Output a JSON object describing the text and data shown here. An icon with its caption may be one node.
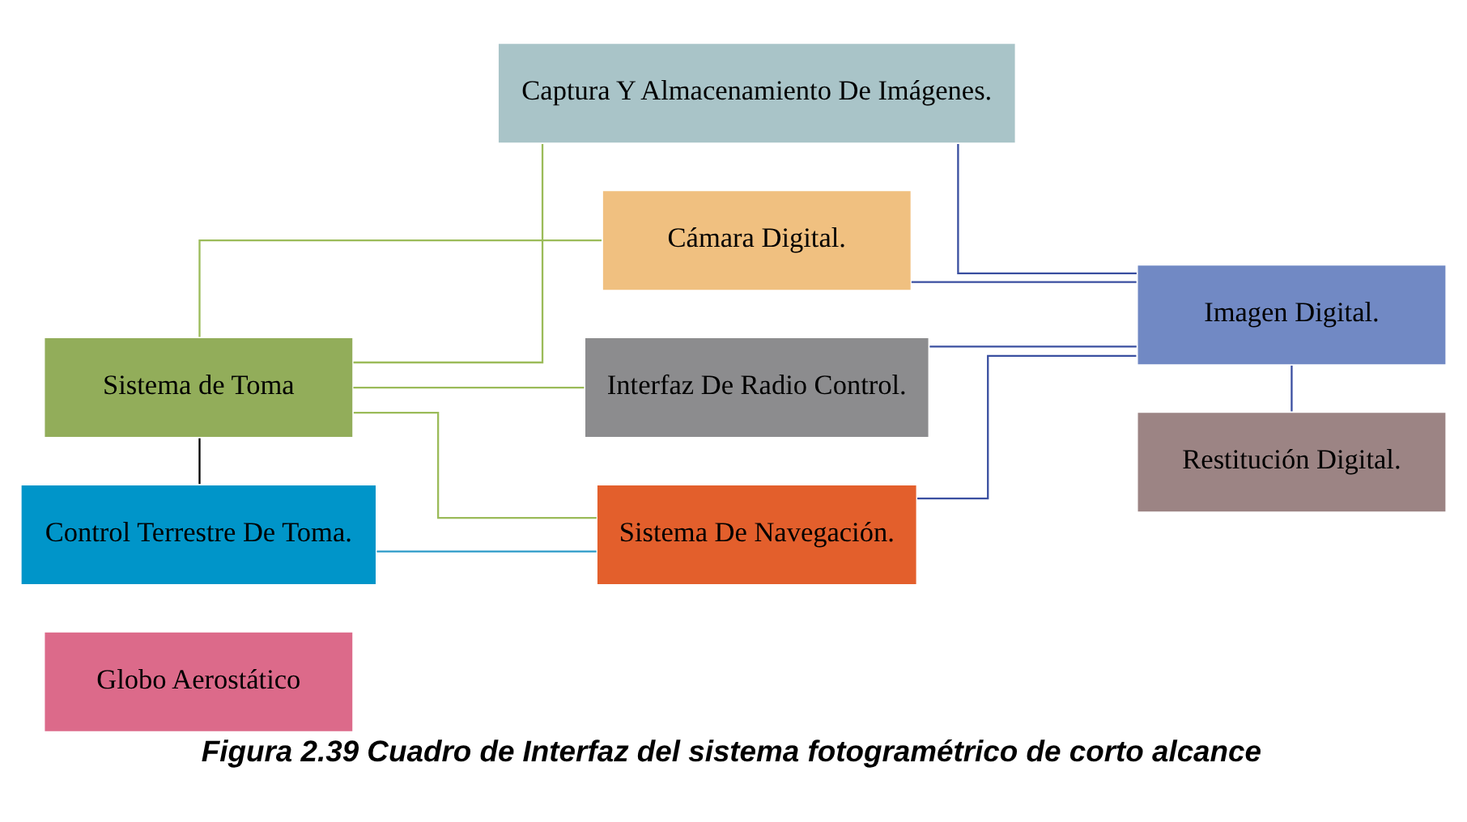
{
  "diagram": {
    "caption": "Figura 2.39 Cuadro de Interfaz del sistema fotogramétrico de corto alcance",
    "nodes": [
      {
        "text": [
          "Globo Aerostático"
        ]
      },
      {
        "text": [
          "Sistema de Toma"
        ]
      },
      {
        "text": [
          "Control Terrestre De Toma."
        ]
      },
      {
        "text": [
          "Sistema De Navegación."
        ]
      },
      {
        "text": [
          "Cámara Digital."
        ]
      },
      {
        "text": [
          "Interfaz De Radio Control."
        ]
      },
      {
        "text": [
          "Captura Y Almacenamiento De Imágenes."
        ]
      },
      {
        "text": [
          "Imagen Digital."
        ]
      },
      {
        "text": [
          "Restitución Digital."
        ]
      }
    ],
    "edges": [
      {
        "from": 1,
        "to": 3,
        "arrow": "none",
        "color": "#9bbb59"
      },
      {
        "from": 1,
        "to": 4,
        "arrow": "none",
        "color": "#9bbb59"
      },
      {
        "from": 1,
        "to": 5,
        "arrow": "none",
        "color": "#9bbb59"
      },
      {
        "from": 1,
        "to": 6,
        "arrow": "none",
        "color": "#9bbb59"
      },
      {
        "from": 1,
        "to": 2,
        "arrow": "none",
        "color": "#000000"
      },
      {
        "from": 2,
        "to": 3,
        "arrow": "none",
        "color": "#2b9ac8"
      },
      {
        "from": 3,
        "to": 7,
        "arrow": "none",
        "color": "#3a4fa0"
      },
      {
        "from": 4,
        "to": 7,
        "arrow": "none",
        "color": "#3a4fa0"
      },
      {
        "from": 5,
        "to": 7,
        "arrow": "none",
        "color": "#3a4fa0"
      },
      {
        "from": 6,
        "to": 7,
        "arrow": "none",
        "color": "#3a4fa0"
      },
      {
        "from": 7,
        "to": 8,
        "arrow": "none",
        "color": "#3a4fa0"
      }
    ]
  }
}
